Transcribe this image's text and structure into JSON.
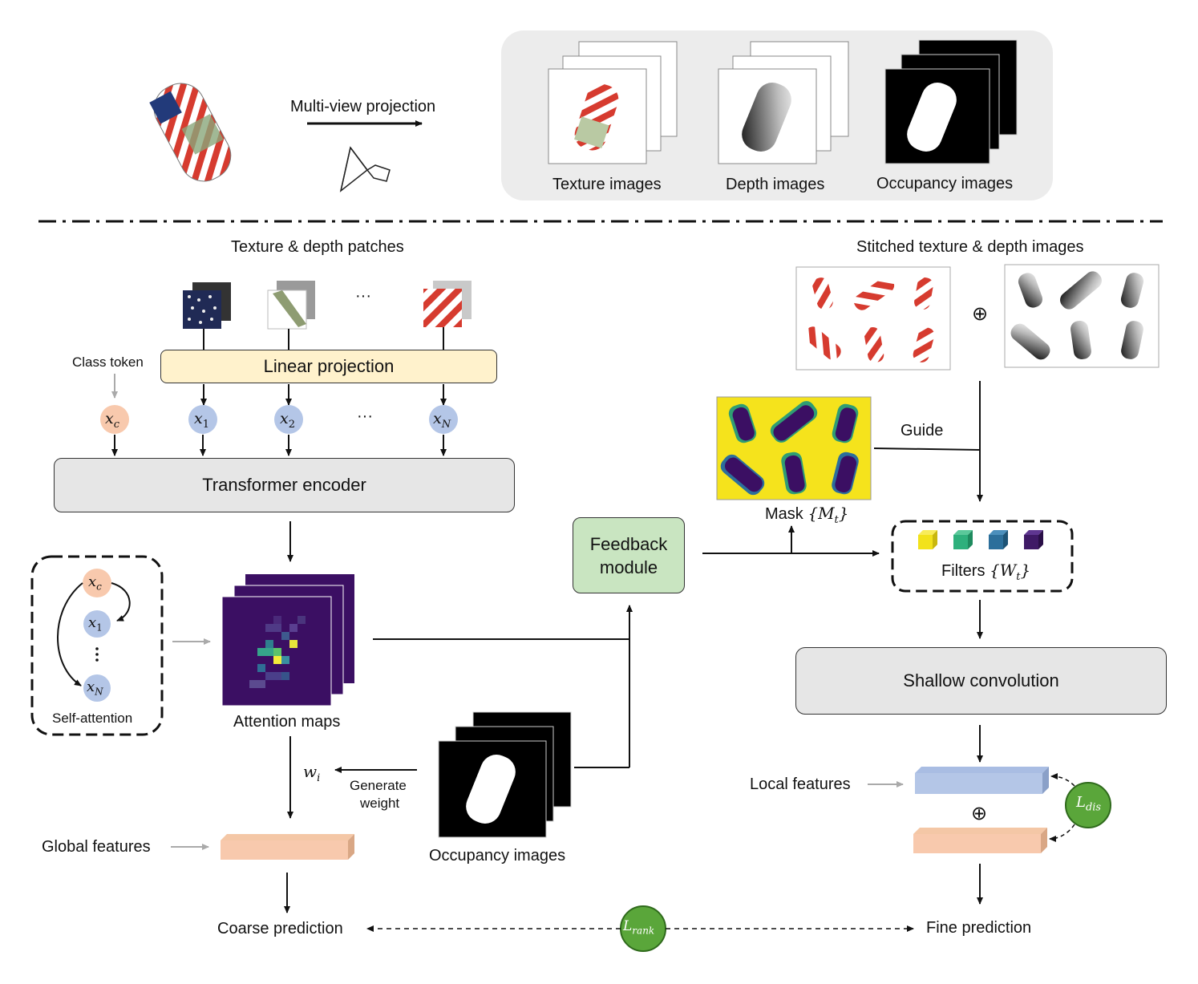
{
  "top": {
    "projection_label": "Multi-view projection",
    "texture_images": "Texture images",
    "depth_images": "Depth images",
    "occupancy_images": "Occupancy images"
  },
  "left": {
    "patches_title": "Texture & depth patches",
    "ellipsis": "···",
    "class_token": "Class token",
    "linear_projection": "Linear projection",
    "tokens": [
      "x_c",
      "x_1",
      "x_2",
      "x_N"
    ],
    "transformer_encoder": "Transformer encoder",
    "self_attention": "Self-attention",
    "attention_maps": "Attention maps",
    "weight_symbol": "w_i",
    "generate_weight_line1": "Generate",
    "generate_weight_line2": "weight",
    "occupancy_images": "Occupancy images",
    "global_features": "Global features",
    "coarse_prediction": "Coarse prediction"
  },
  "middle": {
    "feedback_line1": "Feedback",
    "feedback_line2": "module",
    "l_rank": "L_rank"
  },
  "right": {
    "stitched_title": "Stitched texture & depth images",
    "oplus": "⊕",
    "guide": "Guide",
    "mask_label": "Mask {M_t}",
    "filters_label": "Filters {W_t}",
    "shallow_convolution": "Shallow convolution",
    "local_features": "Local features",
    "l_dis": "L_dis",
    "fine_prediction": "Fine prediction"
  },
  "colors": {
    "token_orange": "#f8c9ad",
    "token_blue": "#b4c6e7",
    "linear_proj_fill": "#fff2cc",
    "encoder_fill": "#e6e6e6",
    "feedback_fill": "#c9e5c1",
    "loss_green": "#5aa63a",
    "filter_yellow": "#f2e21b",
    "filter_green": "#2eb07c",
    "filter_blue": "#2c6f9b",
    "filter_purple": "#3f1a66",
    "viridis_bg": "#3b0f63"
  }
}
